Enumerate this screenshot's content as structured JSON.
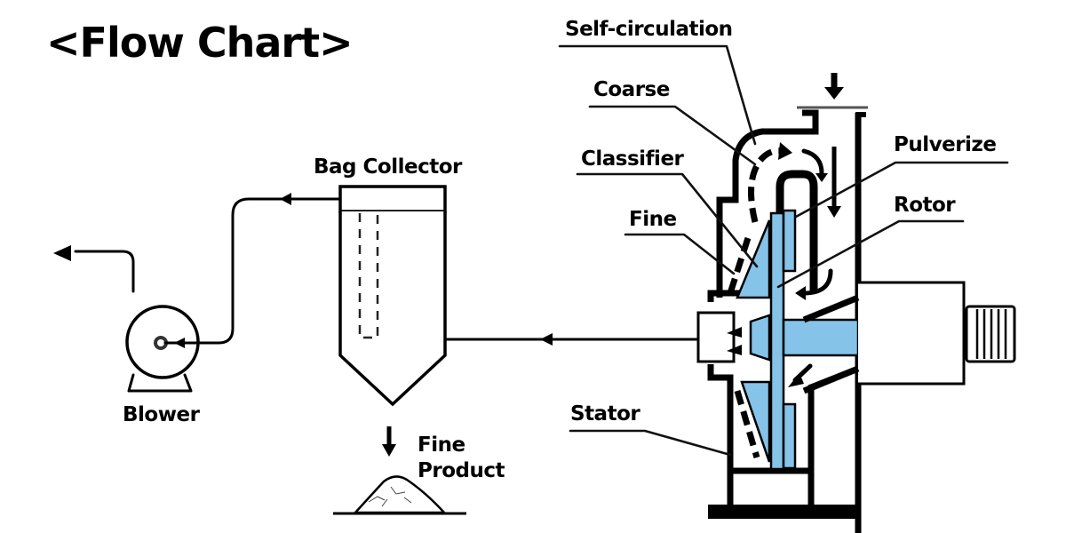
{
  "title": "<Flow Chart>",
  "colors": {
    "line": "#000000",
    "rotor_blue": "#86c3e8",
    "background": "#ffffff"
  },
  "components": {
    "blower": {
      "label": "Blower"
    },
    "bag_collector": {
      "label": "Bag Collector"
    },
    "fine_product": {
      "label_line1": "Fine",
      "label_line2": "Product"
    }
  },
  "mill_labels": {
    "self_circulation": "Self-circulation",
    "coarse": "Coarse",
    "classifier": "Classifier",
    "fine": "Fine",
    "pulverize": "Pulverize",
    "rotor": "Rotor",
    "stator": "Stator"
  },
  "flow_sequence": [
    "Feed inlet",
    "Mill (Pulverize / Classifier)",
    "Bag Collector",
    "Blower",
    "Exhaust"
  ]
}
